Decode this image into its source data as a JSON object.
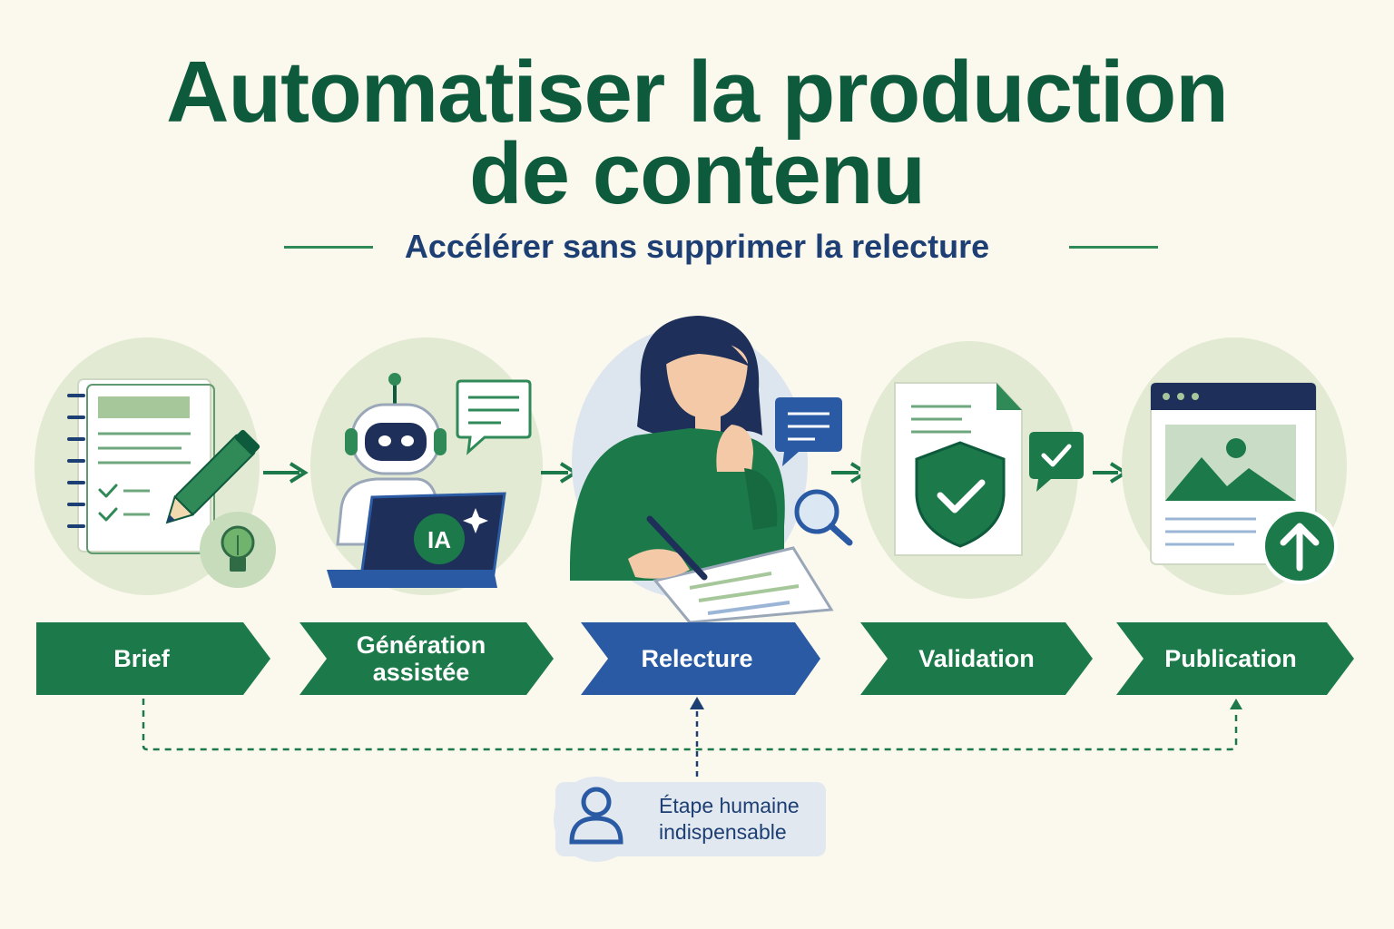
{
  "title": {
    "line1": "Automatiser la production",
    "line2": "de contenu"
  },
  "subtitle": "Accélérer sans supprimer la relecture",
  "steps": [
    {
      "label": "Brief",
      "color": "#1c7a4a"
    },
    {
      "label": "Génération assistée",
      "color": "#1c7a4a"
    },
    {
      "label": "Relecture",
      "color": "#2a5aa3"
    },
    {
      "label": "Validation",
      "color": "#1c7a4a"
    },
    {
      "label": "Publication",
      "color": "#1c7a4a"
    }
  ],
  "ai_badge": "IA",
  "human_note": {
    "line1": "Étape humaine",
    "line2": "indispensable"
  },
  "colors": {
    "primary_green": "#1c7a4a",
    "title_green": "#0d5a3c",
    "navy": "#1e3f73",
    "blue": "#2a5aa3",
    "background": "#fbf8ee"
  }
}
